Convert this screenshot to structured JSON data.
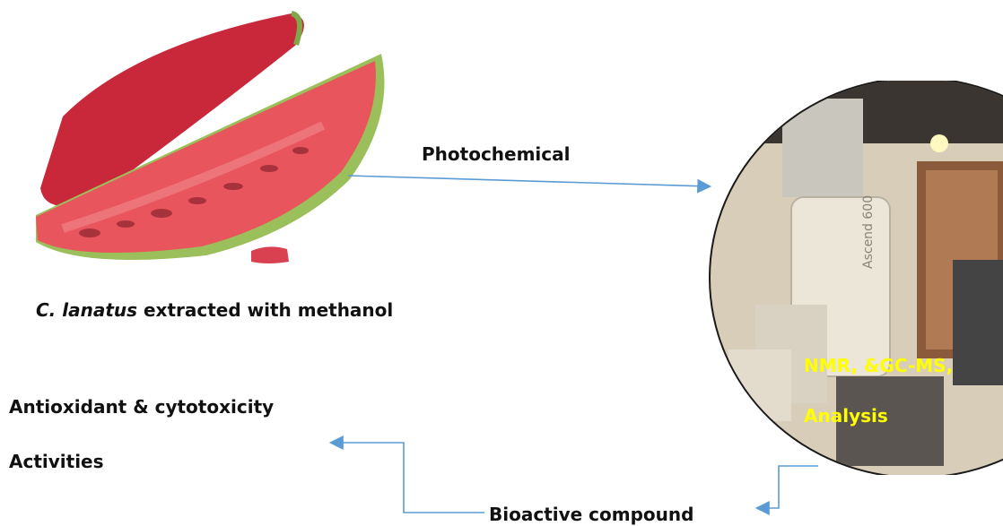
{
  "labels": {
    "extract_species": "C. lanatus",
    "extract_rest": " extracted with methanol",
    "photochemical": "Photochemical",
    "nmr_line1": "NMR, &GC-MS,",
    "nmr_line2": "Analysis",
    "activities_line1": "Antioxidant & cytotoxicity",
    "activities_line2": "Activities",
    "bioactive": "Bioactive compound"
  },
  "colors": {
    "arrow": "#5b9bd5",
    "overlay_text": "#ffff00"
  }
}
